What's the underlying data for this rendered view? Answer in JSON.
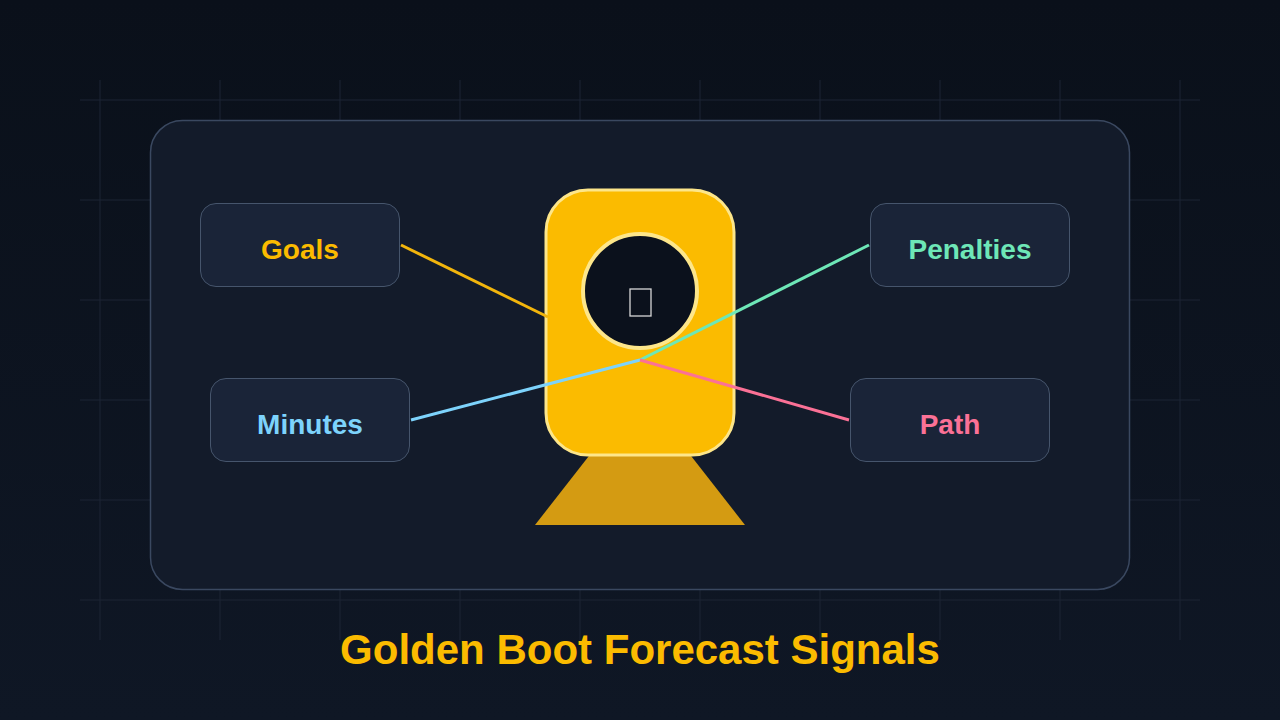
{
  "diagram": {
    "title": "Golden Boot Forecast Signals",
    "nodes": [
      {
        "text": [
          "Goals"
        ]
      },
      {
        "text": [
          "Penalties"
        ]
      },
      {
        "text": [
          "Minutes"
        ]
      },
      {
        "text": [
          "Path"
        ]
      }
    ]
  }
}
